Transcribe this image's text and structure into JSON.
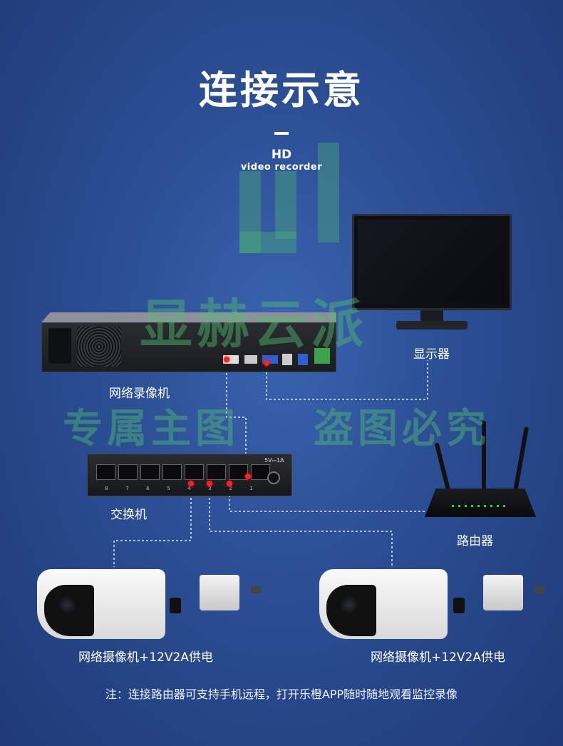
{
  "title": "连接示意",
  "recorder_caption": {
    "line1": "HD",
    "line2": "video recorder"
  },
  "devices": {
    "monitor": "显示器",
    "nvr": "网络录像机",
    "switch": "交换机",
    "router": "路由器",
    "camera_left": "网络摄像机+12V2A供电",
    "camera_right": "网络摄像机+12V2A供电"
  },
  "switch_power_label": "5V⎓1A",
  "switch_ports": [
    "8",
    "7",
    "6",
    "5",
    "4",
    "3",
    "2",
    "1"
  ],
  "note": "注：连接路由器可支持手机远程，打开乐橙APP随时随地观看监控录像",
  "watermarks": {
    "line1": "显赫云派",
    "line2_left": "专属主图",
    "line2_right": "盗图必究"
  },
  "colors": {
    "background": "#2c4f95",
    "port_highlight": "#ff2020",
    "watermark": "#50be6e"
  }
}
